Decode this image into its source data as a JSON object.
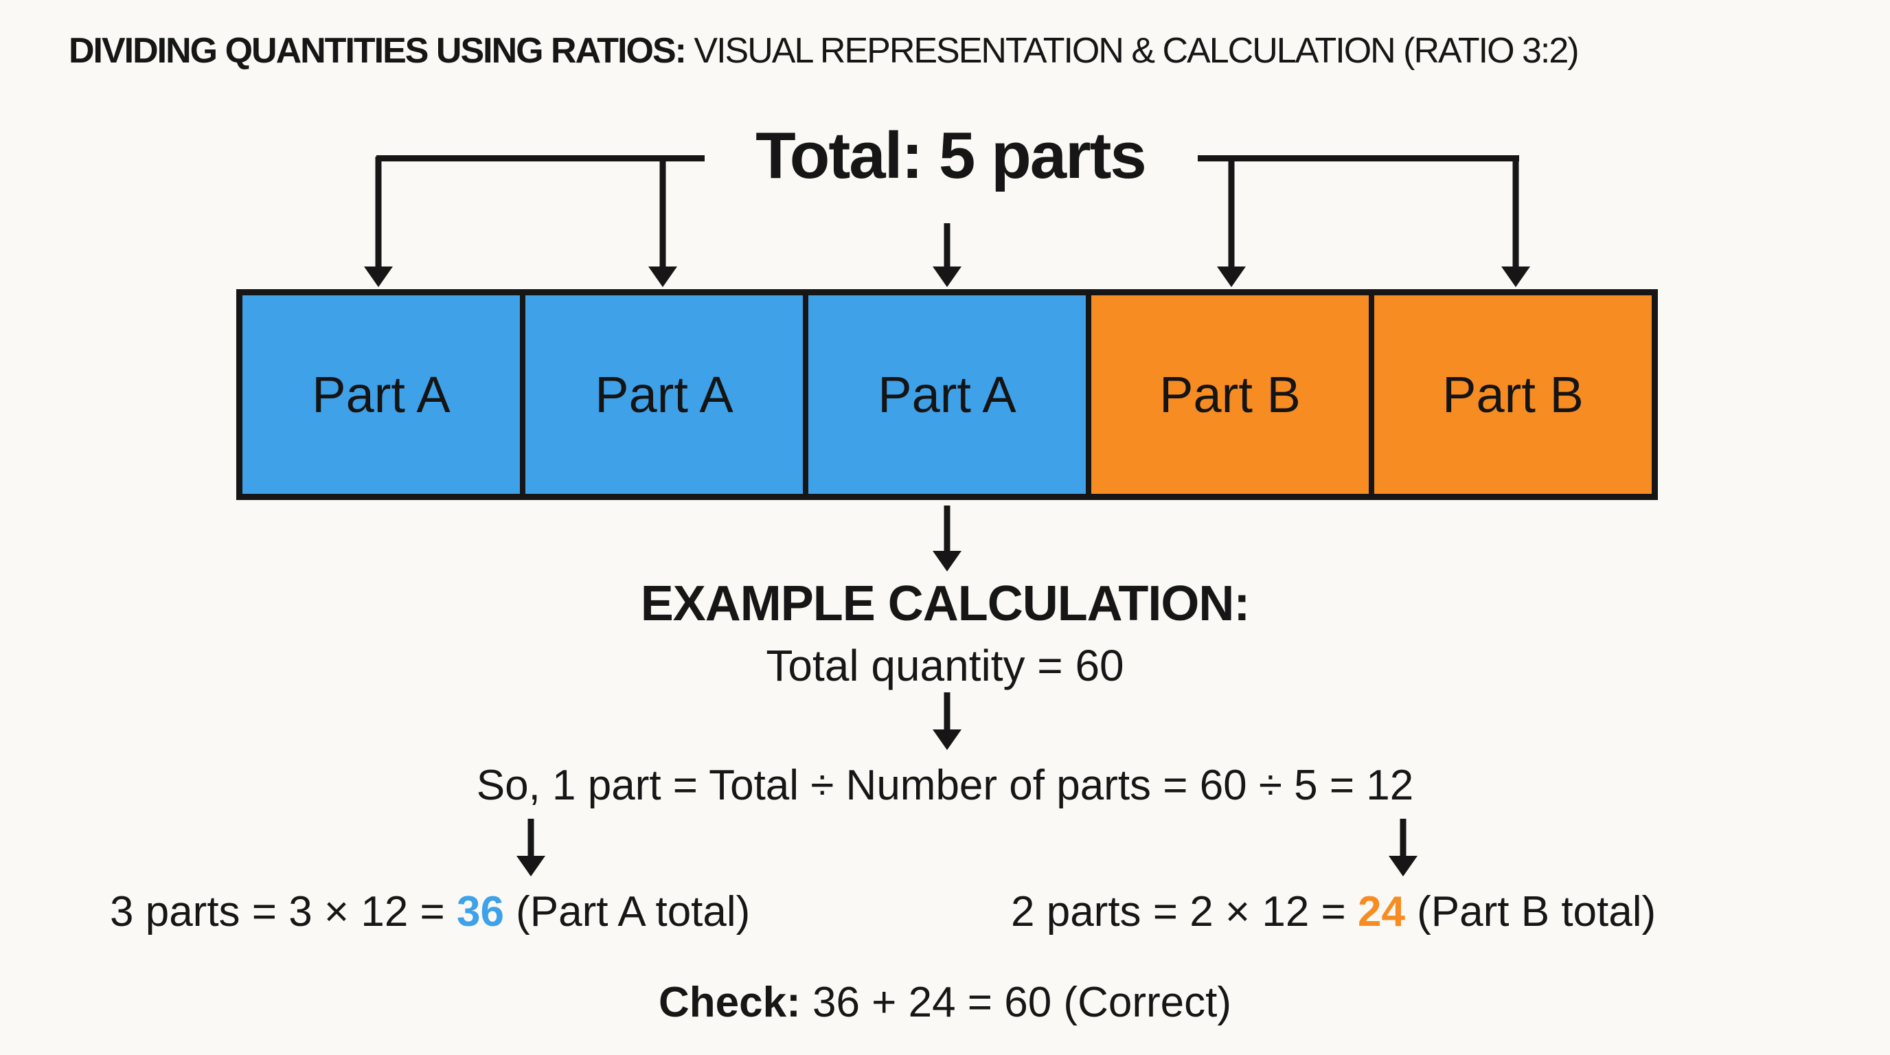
{
  "title": {
    "bold": "DIVIDING QUANTITIES USING RATIOS:",
    "regular": " VISUAL REPRESENTATION & CALCULATION (RATIO 3:2)"
  },
  "diagram": {
    "total_label": "Total: 5 parts",
    "bar": {
      "segments": [
        {
          "label": "Part A"
        },
        {
          "label": "Part A"
        },
        {
          "label": "Part A"
        },
        {
          "label": "Part B"
        },
        {
          "label": "Part B"
        }
      ]
    }
  },
  "calculation": {
    "heading": "EXAMPLE CALCULATION:",
    "total_quantity": "Total quantity = 60",
    "one_part": "So, 1 part = Total ÷ Number of parts = 60 ÷ 5 = 12",
    "part_a": {
      "prefix": "3 parts = 3 × 12 = ",
      "value": "36",
      "suffix": " (Part A total)"
    },
    "part_b": {
      "prefix": "2 parts = 2 × 12 = ",
      "value": "24",
      "suffix": " (Part B total)"
    },
    "check": {
      "bold": "Check:",
      "rest": " 36 + 24 = 60 (Correct)"
    }
  },
  "colors": {
    "blue": "#3fa1e8",
    "orange": "#f78c22",
    "ink": "#161616",
    "bg": "#faf9f6"
  }
}
